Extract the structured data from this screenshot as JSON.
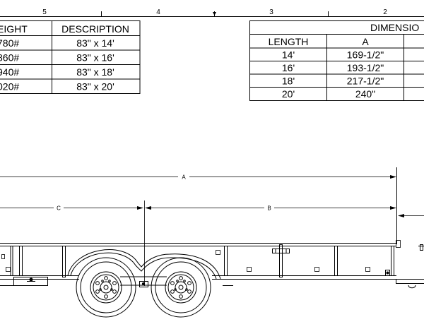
{
  "zones": [
    "5",
    "4",
    "3",
    "2"
  ],
  "weight_table": {
    "headers": [
      "EIGHT",
      "DESCRIPTION"
    ],
    "rows": [
      [
        "780#",
        "83\" x 14'"
      ],
      [
        "860#",
        "83\" x 16'"
      ],
      [
        "940#",
        "83\" x 18'"
      ],
      [
        "020#",
        "83\" x 20'"
      ]
    ]
  },
  "dimension_table": {
    "title": "DIMENSIO",
    "headers": [
      "LENGTH",
      "A"
    ],
    "rows": [
      [
        "14'",
        "169-1/2\""
      ],
      [
        "16'",
        "193-1/2\""
      ],
      [
        "18'",
        "217-1/2\""
      ],
      [
        "20'",
        "240\""
      ]
    ]
  },
  "dimension_labels": {
    "a": "A",
    "b": "B",
    "c": "C"
  }
}
